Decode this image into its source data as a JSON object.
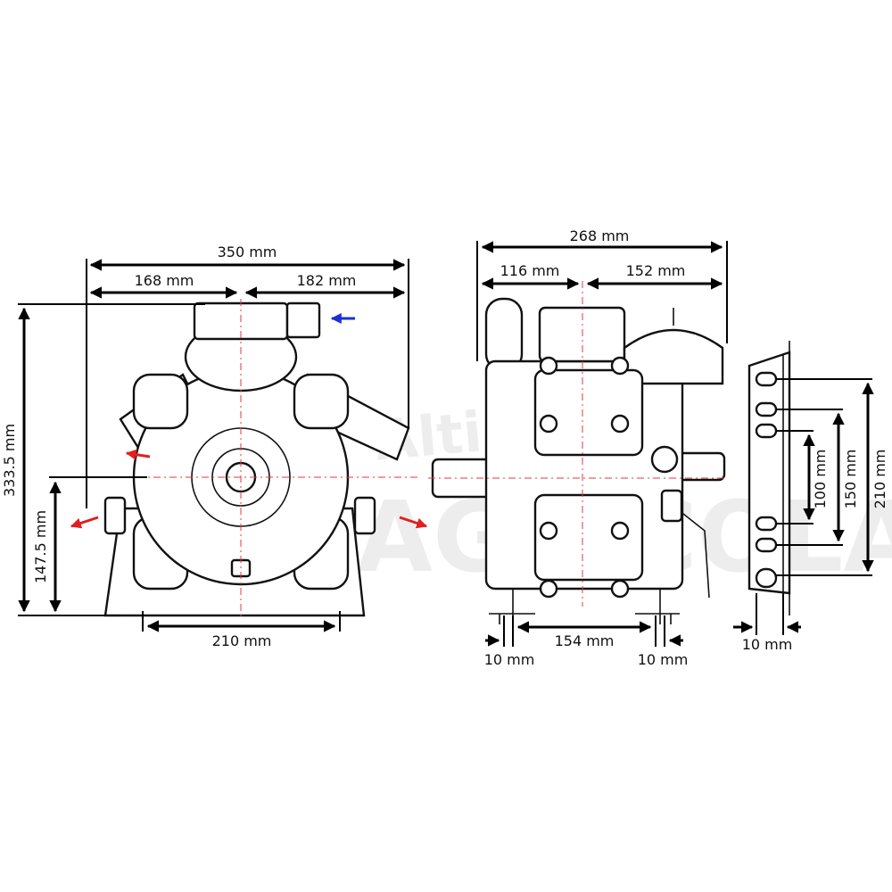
{
  "watermark": {
    "line1": "Altinetiva",
    "line2": "AGRICOLA"
  },
  "front_view": {
    "overall_width": "350 mm",
    "left_to_center": "168 mm",
    "right_of_center": "182 mm",
    "total_height": "333.5 mm",
    "shaft_height": "147.5 mm",
    "base_width": "210 mm"
  },
  "side_view": {
    "overall_length": "268 mm",
    "front_to_center": "116 mm",
    "center_to_rear": "152 mm",
    "foot_spacing": "154 mm",
    "foot_left_thickness": "10 mm",
    "foot_right_thickness": "10 mm"
  },
  "bracket_view": {
    "slot_spacing_inner": "100 mm",
    "slot_spacing_mid": "150 mm",
    "slot_spacing_outer": "210 mm",
    "plate_thickness": "10 mm"
  },
  "colors": {
    "inlet_arrow": "#1a2fd6",
    "outlet_arrow": "#e02020",
    "centerline": "#e23b3b"
  }
}
